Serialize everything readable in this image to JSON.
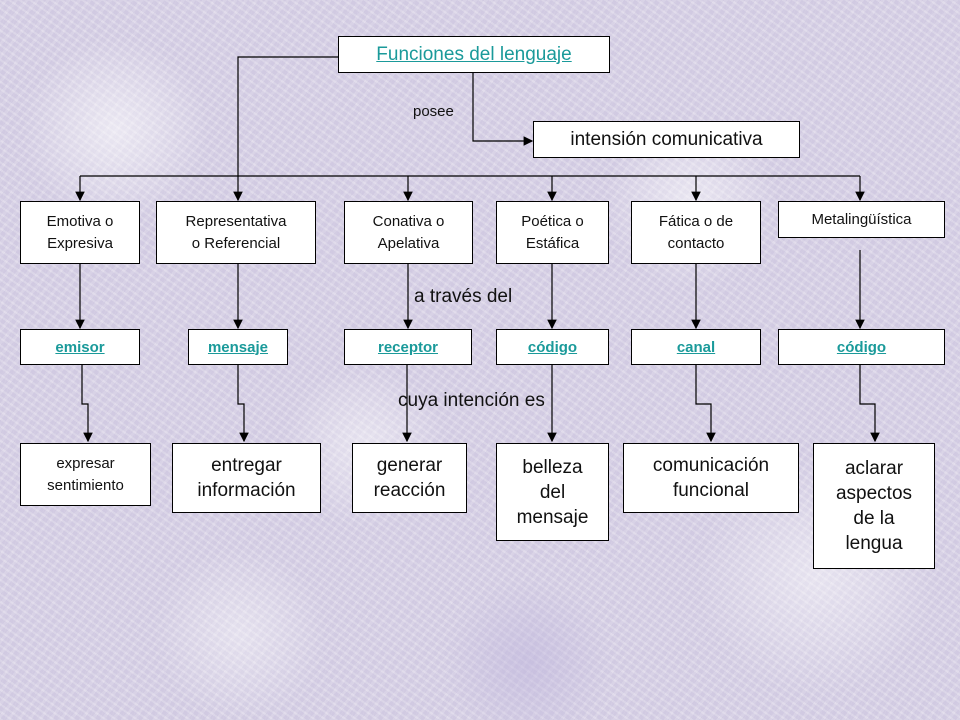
{
  "title": "Funciones del lenguaje",
  "posee_label": "posee",
  "intension": "intensión comunicativa",
  "a_traves_label": "a través del",
  "cuya_label": "cuya intención es",
  "functions": [
    {
      "name": "Emotiva o\nExpresiva",
      "element": "emisor",
      "purpose": "expresar\nsentimiento"
    },
    {
      "name": "Representativa\no Referencial",
      "element": "mensaje",
      "purpose": "entregar\ninformación"
    },
    {
      "name": "Conativa o\nApelativa",
      "element": "receptor",
      "purpose": "generar\nreacción"
    },
    {
      "name": "Poética o\nEstáfica",
      "element": "código",
      "purpose": "belleza\ndel\nmensaje"
    },
    {
      "name": "Fática o de\ncontacto",
      "element": "canal",
      "purpose": "comunicación\nfuncional"
    },
    {
      "name": "Metalingüística",
      "element": "código",
      "purpose": "aclarar\naspectos\nde la\nlengua"
    }
  ]
}
